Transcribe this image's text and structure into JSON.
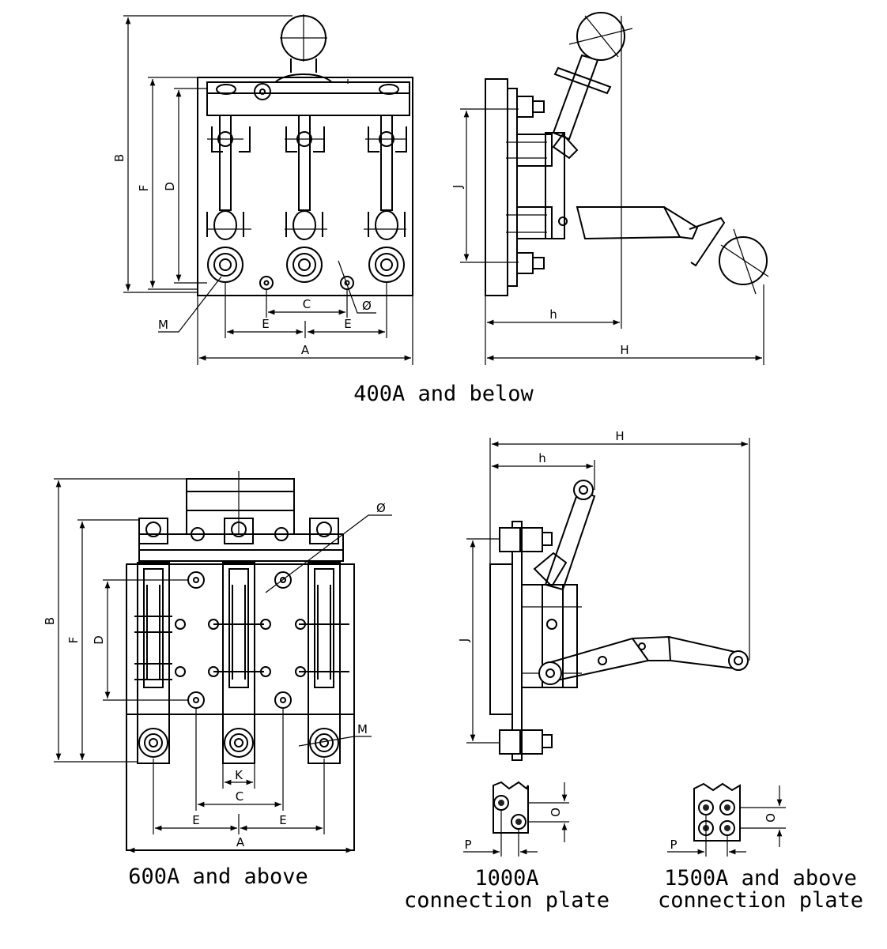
{
  "captions": {
    "top": "400A and below",
    "bottom_left": "600A and above",
    "bottom_mid_line1": "1000A",
    "bottom_mid_line2": "connection plate",
    "bottom_right_line1": "1500A and above",
    "bottom_right_line2": "connection plate"
  },
  "labels": {
    "A": "A",
    "B": "B",
    "C": "C",
    "D": "D",
    "E": "E",
    "F": "F",
    "J": "J",
    "K": "K",
    "M": "M",
    "O": "O",
    "P": "P",
    "h": "h",
    "H": "H",
    "phi": "Ø"
  }
}
